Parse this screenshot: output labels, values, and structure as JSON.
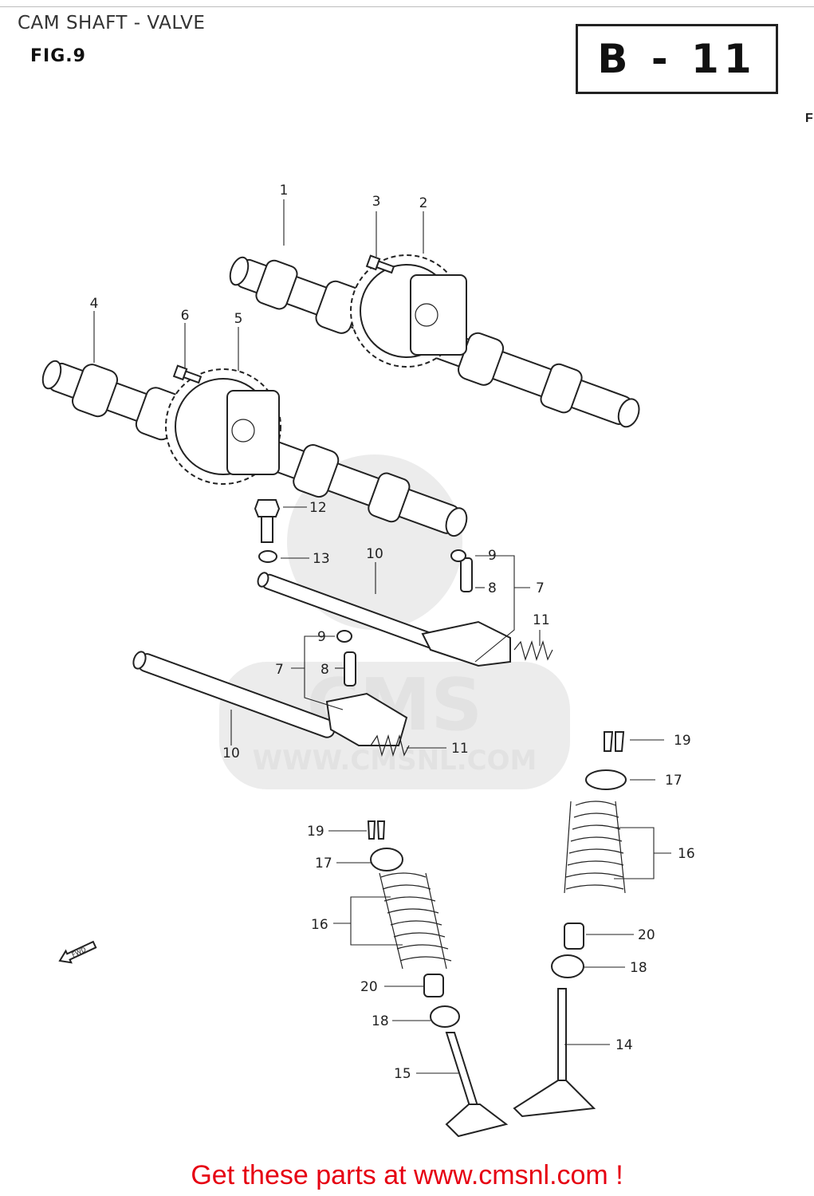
{
  "header": {
    "title": "CAM SHAFT - VALVE",
    "figure": "FIG.9",
    "code": "B - 11"
  },
  "watermark": {
    "logo_text": "CMS",
    "url_text": "WWW.CMSNL.COM"
  },
  "icons": {
    "front_arrow": "fwd-arrow-icon"
  },
  "callouts": [
    {
      "id": "c1",
      "text": "1"
    },
    {
      "id": "c2",
      "text": "2"
    },
    {
      "id": "c3",
      "text": "3"
    },
    {
      "id": "c4",
      "text": "4"
    },
    {
      "id": "c5",
      "text": "5"
    },
    {
      "id": "c6",
      "text": "6"
    },
    {
      "id": "c12",
      "text": "12"
    },
    {
      "id": "c13",
      "text": "13"
    },
    {
      "id": "c10a",
      "text": "10"
    },
    {
      "id": "c9a",
      "text": "9"
    },
    {
      "id": "c8a",
      "text": "8"
    },
    {
      "id": "c7a",
      "text": "7"
    },
    {
      "id": "c11a",
      "text": "11"
    },
    {
      "id": "c9b",
      "text": "9"
    },
    {
      "id": "c7b",
      "text": "7"
    },
    {
      "id": "c8b",
      "text": "8"
    },
    {
      "id": "c10b",
      "text": "10"
    },
    {
      "id": "c11b",
      "text": "11"
    },
    {
      "id": "c19a",
      "text": "19"
    },
    {
      "id": "c17a",
      "text": "17"
    },
    {
      "id": "c16a",
      "text": "16"
    },
    {
      "id": "c20a",
      "text": "20"
    },
    {
      "id": "c18a",
      "text": "18"
    },
    {
      "id": "c14",
      "text": "14"
    },
    {
      "id": "c19b",
      "text": "19"
    },
    {
      "id": "c17b",
      "text": "17"
    },
    {
      "id": "c16b",
      "text": "16"
    },
    {
      "id": "c20b",
      "text": "20"
    },
    {
      "id": "c18b",
      "text": "18"
    },
    {
      "id": "c15",
      "text": "15"
    }
  ],
  "footer": {
    "link_text": "Get these parts at www.cmsnl.com !"
  },
  "colors": {
    "footer_link": "#e60012",
    "line_art": "#222222",
    "watermark": "#ececec"
  }
}
